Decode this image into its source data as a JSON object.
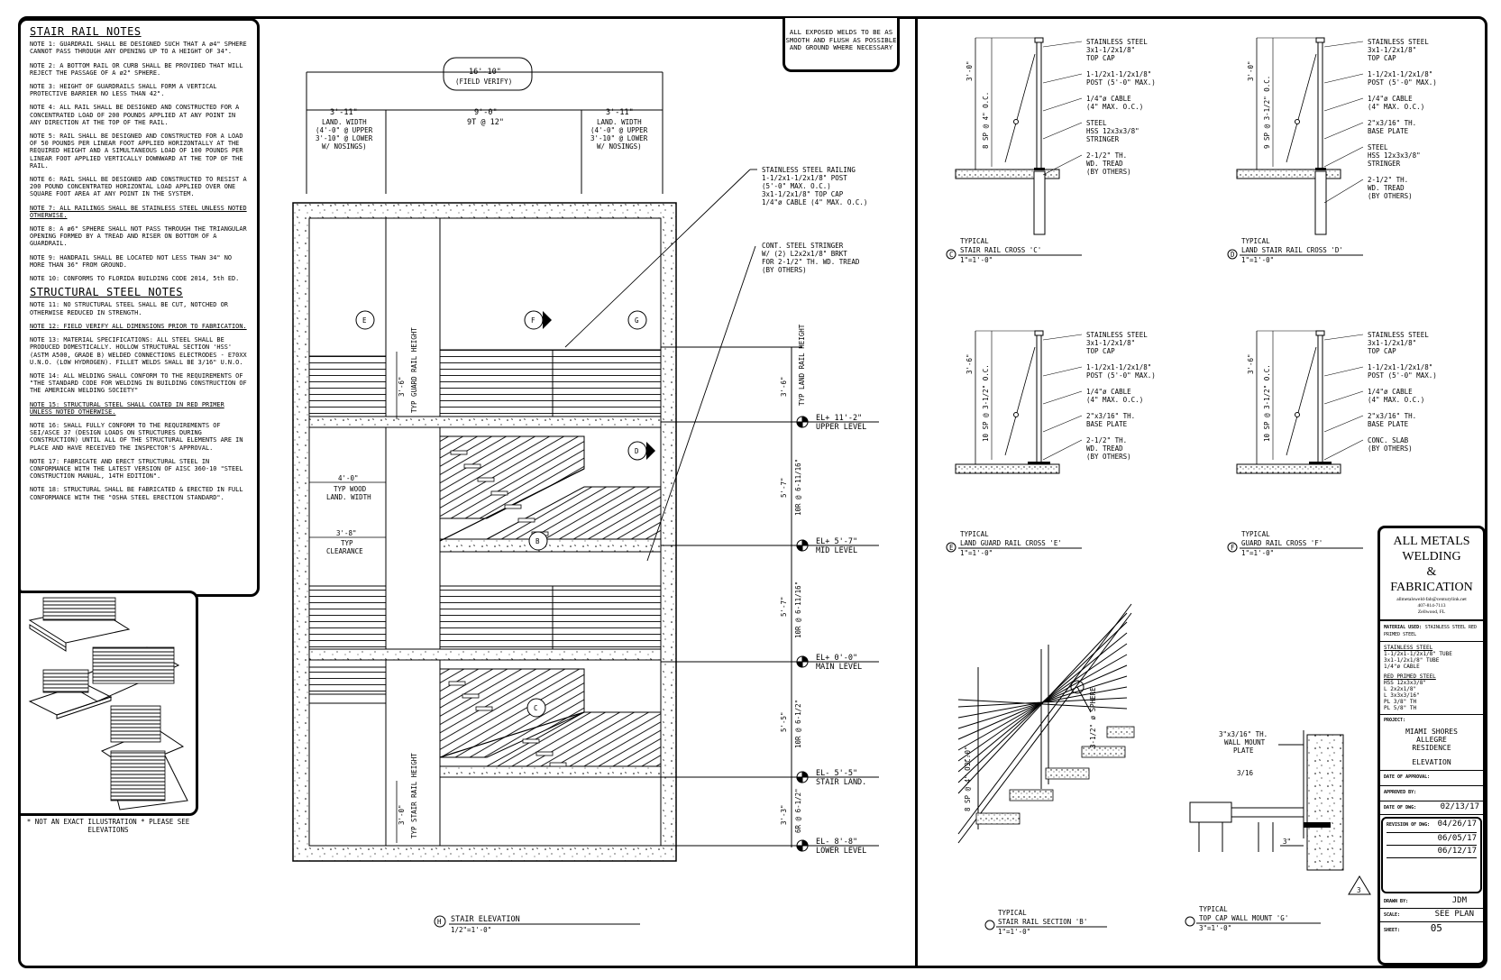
{
  "notes": {
    "stair_title": "STAIR RAIL NOTES",
    "stair": [
      "NOTE 1: GUARDRAIL SHALL BE DESIGNED SUCH THAT A ø4\" SPHERE CANNOT PASS THROUGH ANY OPENING UP TO A HEIGHT OF 34\".",
      "NOTE 2: A BOTTOM RAIL OR CURB SHALL BE PROVIDED THAT WILL REJECT THE PASSAGE OF A ø2\" SPHERE.",
      "NOTE 3: HEIGHT OF GUARDRAILS SHALL FORM A VERTICAL PROTECTIVE BARRIER NO LESS THAN 42\".",
      "NOTE 4: ALL RAIL SHALL BE DESIGNED AND CONSTRUCTED FOR A CONCENTRATED LOAD OF 200 POUNDS APPLIED AT ANY POINT IN ANY DIRECTION AT THE TOP OF THE RAIL.",
      "NOTE 5: RAIL SHALL BE DESIGNED AND CONSTRUCTED FOR A LOAD OF 50 POUNDS PER LINEAR FOOT APPLIED HORIZONTALLY AT THE REQUIRED HEIGHT AND A SIMULTANEOUS LOAD OF 100 POUNDS PER LINEAR FOOT APPLIED VERTICALLY DOWNWARD AT THE TOP OF THE RAIL.",
      "NOTE 6: RAIL SHALL BE DESIGNED AND CONSTRUCTED TO RESIST A 200 POUND CONCENTRATED HORIZONTAL LOAD APPLIED OVER ONE SQUARE FOOT AREA AT ANY POINT IN THE SYSTEM.",
      "NOTE 7: ALL RAILINGS SHALL BE STAINLESS STEEL UNLESS NOTED OTHERWISE.",
      "NOTE 8: A ø6\" SPHERE SHALL NOT PASS THROUGH THE TRIANGULAR OPENING FORMED BY A TREAD AND RISER ON BOTTOM OF A GUARDRAIL.",
      "NOTE 9: HANDRAIL SHALL BE LOCATED NOT LESS THAN 34\" NO MORE THAN 36\" FROM GROUND.",
      "NOTE 10: CONFORMS TO FLORIDA BUILDING CODE 2014, 5th ED."
    ],
    "struct_title": "STRUCTURAL STEEL NOTES",
    "struct": [
      "NOTE 11: NO STRUCTURAL STEEL SHALL BE CUT, NOTCHED OR OTHERWISE REDUCED IN STRENGTH.",
      "NOTE 12: FIELD VERIFY ALL DIMENSIONS PRIOR TO FABRICATION.",
      "NOTE 13: MATERIAL SPECIFICATIONS: ALL STEEL SHALL BE PRODUCED DOMESTICALLY. HOLLOW STRUCTURAL SECTION 'HSS' (ASTM A500, GRADE B) WELDED CONNECTIONS ELECTRODES - E70XX U.N.O. (LOW HYDROGEN). FILLET WELDS SHALL BE 3/16\" U.N.O.",
      "NOTE 14: ALL WELDING SHALL CONFORM TO THE REQUIREMENTS OF \"THE STANDARD CODE FOR WELDING IN BUILDING CONSTRUCTION OF THE AMERICAN WELDING SOCIETY\"",
      "NOTE 15: STRUCTURAL STEEL SHALL COATED IN RED PRIMER UNLESS NOTED OTHERWISE.",
      "NOTE 16: SHALL FULLY CONFORM TO THE REQUIREMENTS OF SEI/ASCE 37 (DESIGN LOADS ON STRUCTURES DURING CONSTRUCTION) UNTIL ALL OF THE STRUCTURAL ELEMENTS ARE IN PLACE AND HAVE RECEIVED THE INSPECTOR'S APPROVAL.",
      "NOTE 17: FABRICATE AND ERECT STRUCTURAL STEEL IN CONFORMANCE WITH THE LATEST VERSION OF AISC 360-10 \"STEEL CONSTRUCTION MANUAL, 14TH EDITION\".",
      "NOTE 18: STRUCTURAL SHALL BE FABRICATED & ERECTED IN FULL CONFORMANCE WITH THE \"OSHA STEEL ERECTION STANDARD\"."
    ],
    "iso_note": "* NOT AN EXACT ILLUSTRATION * PLEASE SEE ELEVATIONS"
  },
  "welds_note": "ALL EXPOSED WELDS TO BE AS SMOOTH AND FLUSH AS POSSIBLE AND GROUND WHERE NECESSARY",
  "elevation": {
    "overall_dim": "16'-10\"",
    "field_verify": "(FIELD VERIFY)",
    "left_dim": "3'-11\"",
    "center_dim": "9'-0\"",
    "right_dim": "3'-11\"",
    "land_width_1": "LAND. WIDTH",
    "land_width_2": "(4'-0\" @ UPPER",
    "land_width_3": "3'-10\" @ LOWER",
    "land_width_4": "W/ NOSINGS)",
    "treads": "9T @ 12\"",
    "callout_rail": [
      "STAINLESS STEEL RAILING",
      "1-1/2x1-1/2x1/8\" POST",
      "(5'-0\" MAX. O.C.)",
      "3x1-1/2x1/8\" TOP CAP",
      "1/4\"ø CABLE (4\" MAX. O.C.)"
    ],
    "callout_stringer": [
      "CONT. STEEL STRINGER",
      "W/ (2) L2x2x1/8\" BRKT",
      "FOR 2-1/2\" TH. WD. TREAD",
      "(BY OTHERS)"
    ],
    "levels": [
      {
        "el": "EL+ 11'-2\"",
        "name": "UPPER LEVEL"
      },
      {
        "el": "EL+ 5'-7\"",
        "name": "MID LEVEL"
      },
      {
        "el": "EL+ 0'-0\"",
        "name": "MAIN LEVEL"
      },
      {
        "el": "EL- 5'-5\"",
        "name": "STAIR LAND."
      },
      {
        "el": "EL- 8'-8\"",
        "name": "LOWER LEVEL"
      }
    ],
    "side_dims": [
      {
        "d": "3'-6\"",
        "n": "TYP LAND RAIL HEIGHT"
      },
      {
        "d": "5'-7\"",
        "n": "10R @ 6-11/16\""
      },
      {
        "d": "5'-7\"",
        "n": "10R @ 6-11/16\""
      },
      {
        "d": "5'-5\"",
        "n": "10R @ 6-1/2\""
      },
      {
        "d": "3'-3\"",
        "n": "6R @ 6-1/2\""
      }
    ],
    "guard_height_d": "3'-6\"",
    "guard_height_n": "TYP GUARD RAIL HEIGHT",
    "wood_land_d": "4'-0\"",
    "wood_land_1": "TYP WOOD",
    "wood_land_2": "LAND. WIDTH",
    "clear_d": "3'-8\"",
    "clear_1": "TYP",
    "clear_2": "CLEARANCE",
    "stair_rail_d": "3'-0\"",
    "stair_rail_n": "TYP STAIR RAIL HEIGHT",
    "tags": [
      "E",
      "F",
      "G",
      "D",
      "B",
      "C"
    ],
    "title_num": "H",
    "title": "STAIR ELEVATION",
    "scale": "1/2\"=1'-0\""
  },
  "details": [
    {
      "id": "C",
      "t1": "TYPICAL",
      "t2": "STAIR RAIL CROSS 'C'",
      "scale": "1\"=1'-0\"",
      "h": "3'-0\"",
      "sp": "8 SP @ 4\" O.C.",
      "labels": [
        [
          "STAINLESS STEEL",
          "3x1-1/2x1/8\"",
          "TOP CAP"
        ],
        [
          "1-1/2x1-1/2x1/8\"",
          "POST (5'-0\" MAX.)"
        ],
        [
          "1/4\"ø CABLE",
          "(4\" MAX. O.C.)"
        ],
        [
          "STEEL",
          "HSS 12x3x3/8\"",
          "STRINGER"
        ],
        [
          "2-1/2\" TH.",
          "WD. TREAD",
          "(BY OTHERS)"
        ]
      ]
    },
    {
      "id": "D",
      "t1": "TYPICAL",
      "t2": "LAND STAIR RAIL CROSS 'D'",
      "scale": "1\"=1'-0\"",
      "h": "3'-0\"",
      "sp": "9 SP @ 3-1/2\" O.C.",
      "labels": [
        [
          "STAINLESS STEEL",
          "3x1-1/2x1/8\"",
          "TOP CAP"
        ],
        [
          "1-1/2x1-1/2x1/8\"",
          "POST (5'-0\" MAX.)"
        ],
        [
          "1/4\"ø CABLE",
          "(4\" MAX. O.C.)"
        ],
        [
          "2\"x3/16\" TH.",
          "BASE PLATE"
        ],
        [
          "STEEL",
          "HSS 12x3x3/8\"",
          "STRINGER"
        ],
        [
          "2-1/2\" TH.",
          "WD. TREAD",
          "(BY OTHERS)"
        ]
      ]
    },
    {
      "id": "E",
      "t1": "TYPICAL",
      "t2": "LAND GUARD RAIL CROSS 'E'",
      "scale": "1\"=1'-0\"",
      "h": "3'-6\"",
      "sp": "10 SP @ 3-1/2\" O.C.",
      "labels": [
        [
          "STAINLESS STEEL",
          "3x1-1/2x1/8\"",
          "TOP CAP"
        ],
        [
          "1-1/2x1-1/2x1/8\"",
          "POST (5'-0\" MAX.)"
        ],
        [
          "1/4\"ø CABLE",
          "(4\" MAX. O.C.)"
        ],
        [
          "2\"x3/16\" TH.",
          "BASE PLATE"
        ],
        [
          "2-1/2\" TH.",
          "WD. TREAD",
          "(BY OTHERS)"
        ]
      ]
    },
    {
      "id": "F",
      "t1": "TYPICAL",
      "t2": "GUARD RAIL CROSS 'F'",
      "scale": "1\"=1'-0\"",
      "h": "3'-6\"",
      "sp": "10 SP @ 3-1/2\" O.C.",
      "labels": [
        [
          "STAINLESS STEEL",
          "3x1-1/2x1/8\"",
          "TOP CAP"
        ],
        [
          "1-1/2x1-1/2x1/8\"",
          "POST (5'-0\" MAX.)"
        ],
        [
          "1/4\"ø CABLE",
          "(4\" MAX. O.C.)"
        ],
        [
          "2\"x3/16\" TH.",
          "BASE PLATE"
        ],
        [
          "CONC. SLAB",
          "(BY OTHERS)"
        ]
      ]
    }
  ],
  "section_b": {
    "t1": "TYPICAL",
    "t2": "STAIR RAIL SECTION 'B'",
    "scale": "1\"=1'-0\"",
    "h": "3'-0\"",
    "sp": "8 SP @ 4\" O.C.",
    "sphere": "3-1/2\" ø SPHERE"
  },
  "mount_g": {
    "t1": "TYPICAL",
    "t2": "TOP CAP WALL MOUNT 'G'",
    "scale": "3\"=1'-0\"",
    "plate1": "3\"x3/16\" TH.",
    "plate2": "WALL MOUNT",
    "plate3": "PLATE",
    "weld": "3/16",
    "dim": "3\""
  },
  "titleblock": {
    "company": [
      "ALL METALS",
      "WELDING",
      "&",
      "FABRICATION"
    ],
    "email": "allmetalsweld-fab@centurylink.net",
    "phone": "407-814-7113",
    "city": "Zellwood, FL",
    "material_lbl": "MATERIAL USED:",
    "material_val": "STAINLESS STEEL RED PRIMED STEEL",
    "ss_title": "STAINLESS STEEL",
    "ss_items": [
      "1-1/2x1-1/2x1/8\" TUBE",
      "3x1-1/2x1/8\" TUBE",
      "1/4\"ø CABLE"
    ],
    "rp_title": "RED PRIMED STEEL",
    "rp_items": [
      "HSS 12x3x3/8\"",
      "L 2x2x1/8\"",
      "L 3x3x3/16\"",
      "PL 3/8\" TH",
      "PL 5/8\" TH"
    ],
    "project_lbl": "PROJECT:",
    "project": [
      "MIAMI SHORES",
      "ALLEGRE",
      "RESIDENCE"
    ],
    "view": "ELEVATION",
    "approval_lbl": "DATE OF APPROVAL:",
    "approved_lbl": "APPROVED BY:",
    "date_lbl": "DATE OF DWG:",
    "date": "02/13/17",
    "rev_lbl": "REVISION OF DWG:",
    "revs": [
      "04/26/17",
      "06/05/17",
      "06/12/17"
    ],
    "rev_tag": "3",
    "drawn_lbl": "DRAWN BY:",
    "drawn": "JDM",
    "scale_lbl": "SCALE:",
    "scale": "SEE PLAN",
    "sheet_lbl": "SHEET:",
    "sheet": "05"
  }
}
